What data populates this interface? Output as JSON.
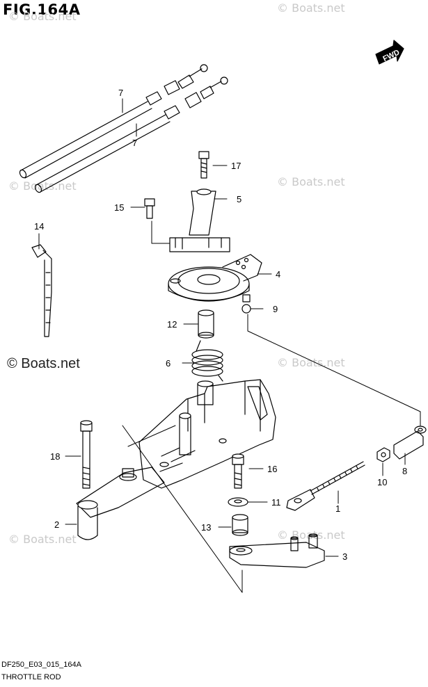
{
  "figure": {
    "title": "FIG.164A",
    "code": "DF250_E03_015_164A",
    "name": "THROTTLE ROD",
    "direction_label": "FWD"
  },
  "watermark": {
    "text": "© Boats.net",
    "prominent_text": "© Boats.net"
  },
  "callouts": {
    "c1": "1",
    "c2": "2",
    "c3": "3",
    "c4": "4",
    "c5": "5",
    "c6": "6",
    "c7a": "7",
    "c7b": "7",
    "c8": "8",
    "c9": "9",
    "c10": "10",
    "c11": "11",
    "c12": "12",
    "c13": "13",
    "c14": "14",
    "c15": "15",
    "c16": "16",
    "c17": "17",
    "c18": "18"
  }
}
